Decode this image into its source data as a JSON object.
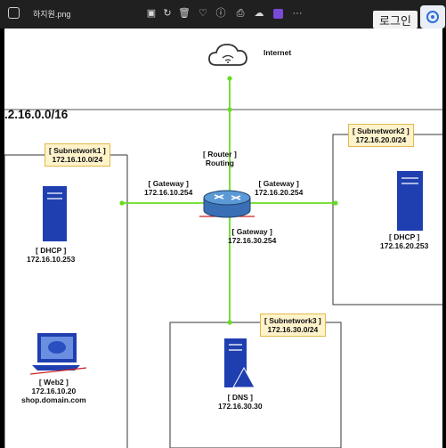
{
  "window": {
    "filename": "하지원.png",
    "login_label": "로그인"
  },
  "diagram": {
    "internet_label": "Internet",
    "network_label": ".2.16.0.0/16",
    "router": {
      "name": "[ Router ]",
      "role": "Routing"
    },
    "gateways": [
      {
        "title": "[ Gateway ]",
        "ip": "172.16.10.254"
      },
      {
        "title": "[ Gateway ]",
        "ip": "172.16.20.254"
      },
      {
        "title": "[ Gateway ]",
        "ip": "172.16.30.254"
      }
    ],
    "subnets": [
      {
        "name": "[ Subnetwork1 ]",
        "cidr": "172.16.10.0/24"
      },
      {
        "name": "[ Subnetwork2 ]",
        "cidr": "172.16.20.0/24"
      },
      {
        "name": "[ Subnetwork3 ]",
        "cidr": "172.16.30.0/24"
      }
    ],
    "dhcp1": {
      "title": "[ DHCP ]",
      "ip": "172.16.10.253"
    },
    "dhcp2": {
      "title": "[ DHCP ]",
      "ip": "172.16.20.253"
    },
    "web2": {
      "title": "[ Web2 ]",
      "ip": "172.16.10.20",
      "domain": "shop.domain.com"
    },
    "dns": {
      "title": "[ DNS ]",
      "ip": "172.16.30.30"
    }
  },
  "colors": {
    "link": "#66dd22",
    "server": "#1f3fb0",
    "tag_fill": "#fff3cc"
  }
}
